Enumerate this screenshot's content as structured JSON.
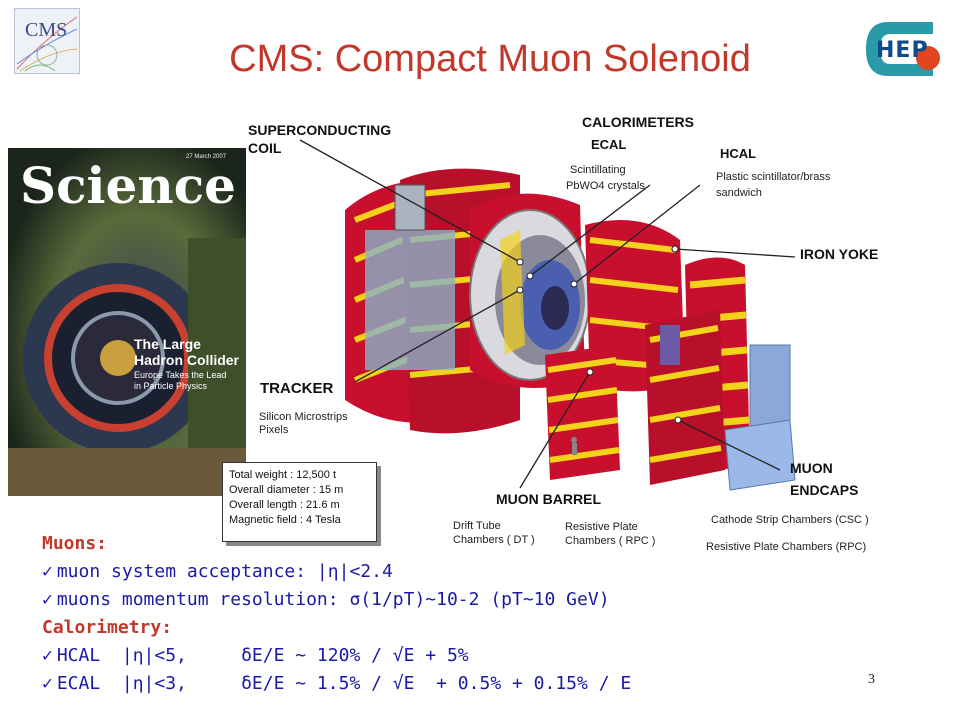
{
  "title": "CMS: Compact Muon Solenoid",
  "cms_logo_text": "CMS",
  "hep_logo_text": "HEP",
  "cover": {
    "masthead": "Science",
    "date_line": "27 March 2007",
    "headline_lines": [
      "The Large",
      "Hadron Collider"
    ],
    "subheadline_lines": [
      "Europe Takes the Lead",
      "in Particle Physics"
    ]
  },
  "labels": {
    "coil_lines": [
      "SUPERCONDUCTING",
      "COIL"
    ],
    "calorimeters": "CALORIMETERS",
    "ecal": "ECAL",
    "ecal_sub_lines": [
      "Scintillating",
      "PbWO4 crystals"
    ],
    "hcal": "HCAL",
    "hcal_sub_lines": [
      "Plastic scintillator/brass",
      "sandwich"
    ],
    "iron_yoke": "IRON YOKE",
    "tracker": "TRACKER",
    "tracker_sub_lines": [
      "Silicon Microstrips",
      "Pixels"
    ],
    "muon_barrel": "MUON BARREL",
    "drift_tube_lines": [
      "Drift Tube",
      "Chambers ( DT )"
    ],
    "rpc_barrel_lines": [
      "Resistive Plate",
      "Chambers ( RPC )"
    ],
    "muon_endcaps_lines": [
      "MUON",
      "ENDCAPS"
    ],
    "csc": "Cathode Strip Chambers (CSC )",
    "rpc_endcap": "Resistive Plate Chambers (RPC)"
  },
  "specs": [
    "Total weight : 12,500 t",
    "Overall diameter : 15 m",
    "Overall length : 21.6 m",
    "Magnetic field : 4 Tesla"
  ],
  "bullets": {
    "muons_head": "Muons:",
    "muons": [
      "muon system acceptance: |η|<2.4",
      "muons momentum resolution: σ(1/pT)~10-2 (pT~10 GeV)"
    ],
    "calo_head": "Calorimetry:",
    "calo": [
      "HCAL  |η|<5,     δE/E ~ 120% / √E + 5%",
      "ECAL  |η|<3,     δE/E ~ 1.5% / √E  + 0.5% + 0.15% / E"
    ]
  },
  "page_number": "3",
  "colors": {
    "title": "#c0392b",
    "bullet_text": "#1a1aa6",
    "yoke_red": "#c8102e",
    "yoke_yellow": "#f2d21b",
    "tracker_blue": "#4a5fb0"
  }
}
